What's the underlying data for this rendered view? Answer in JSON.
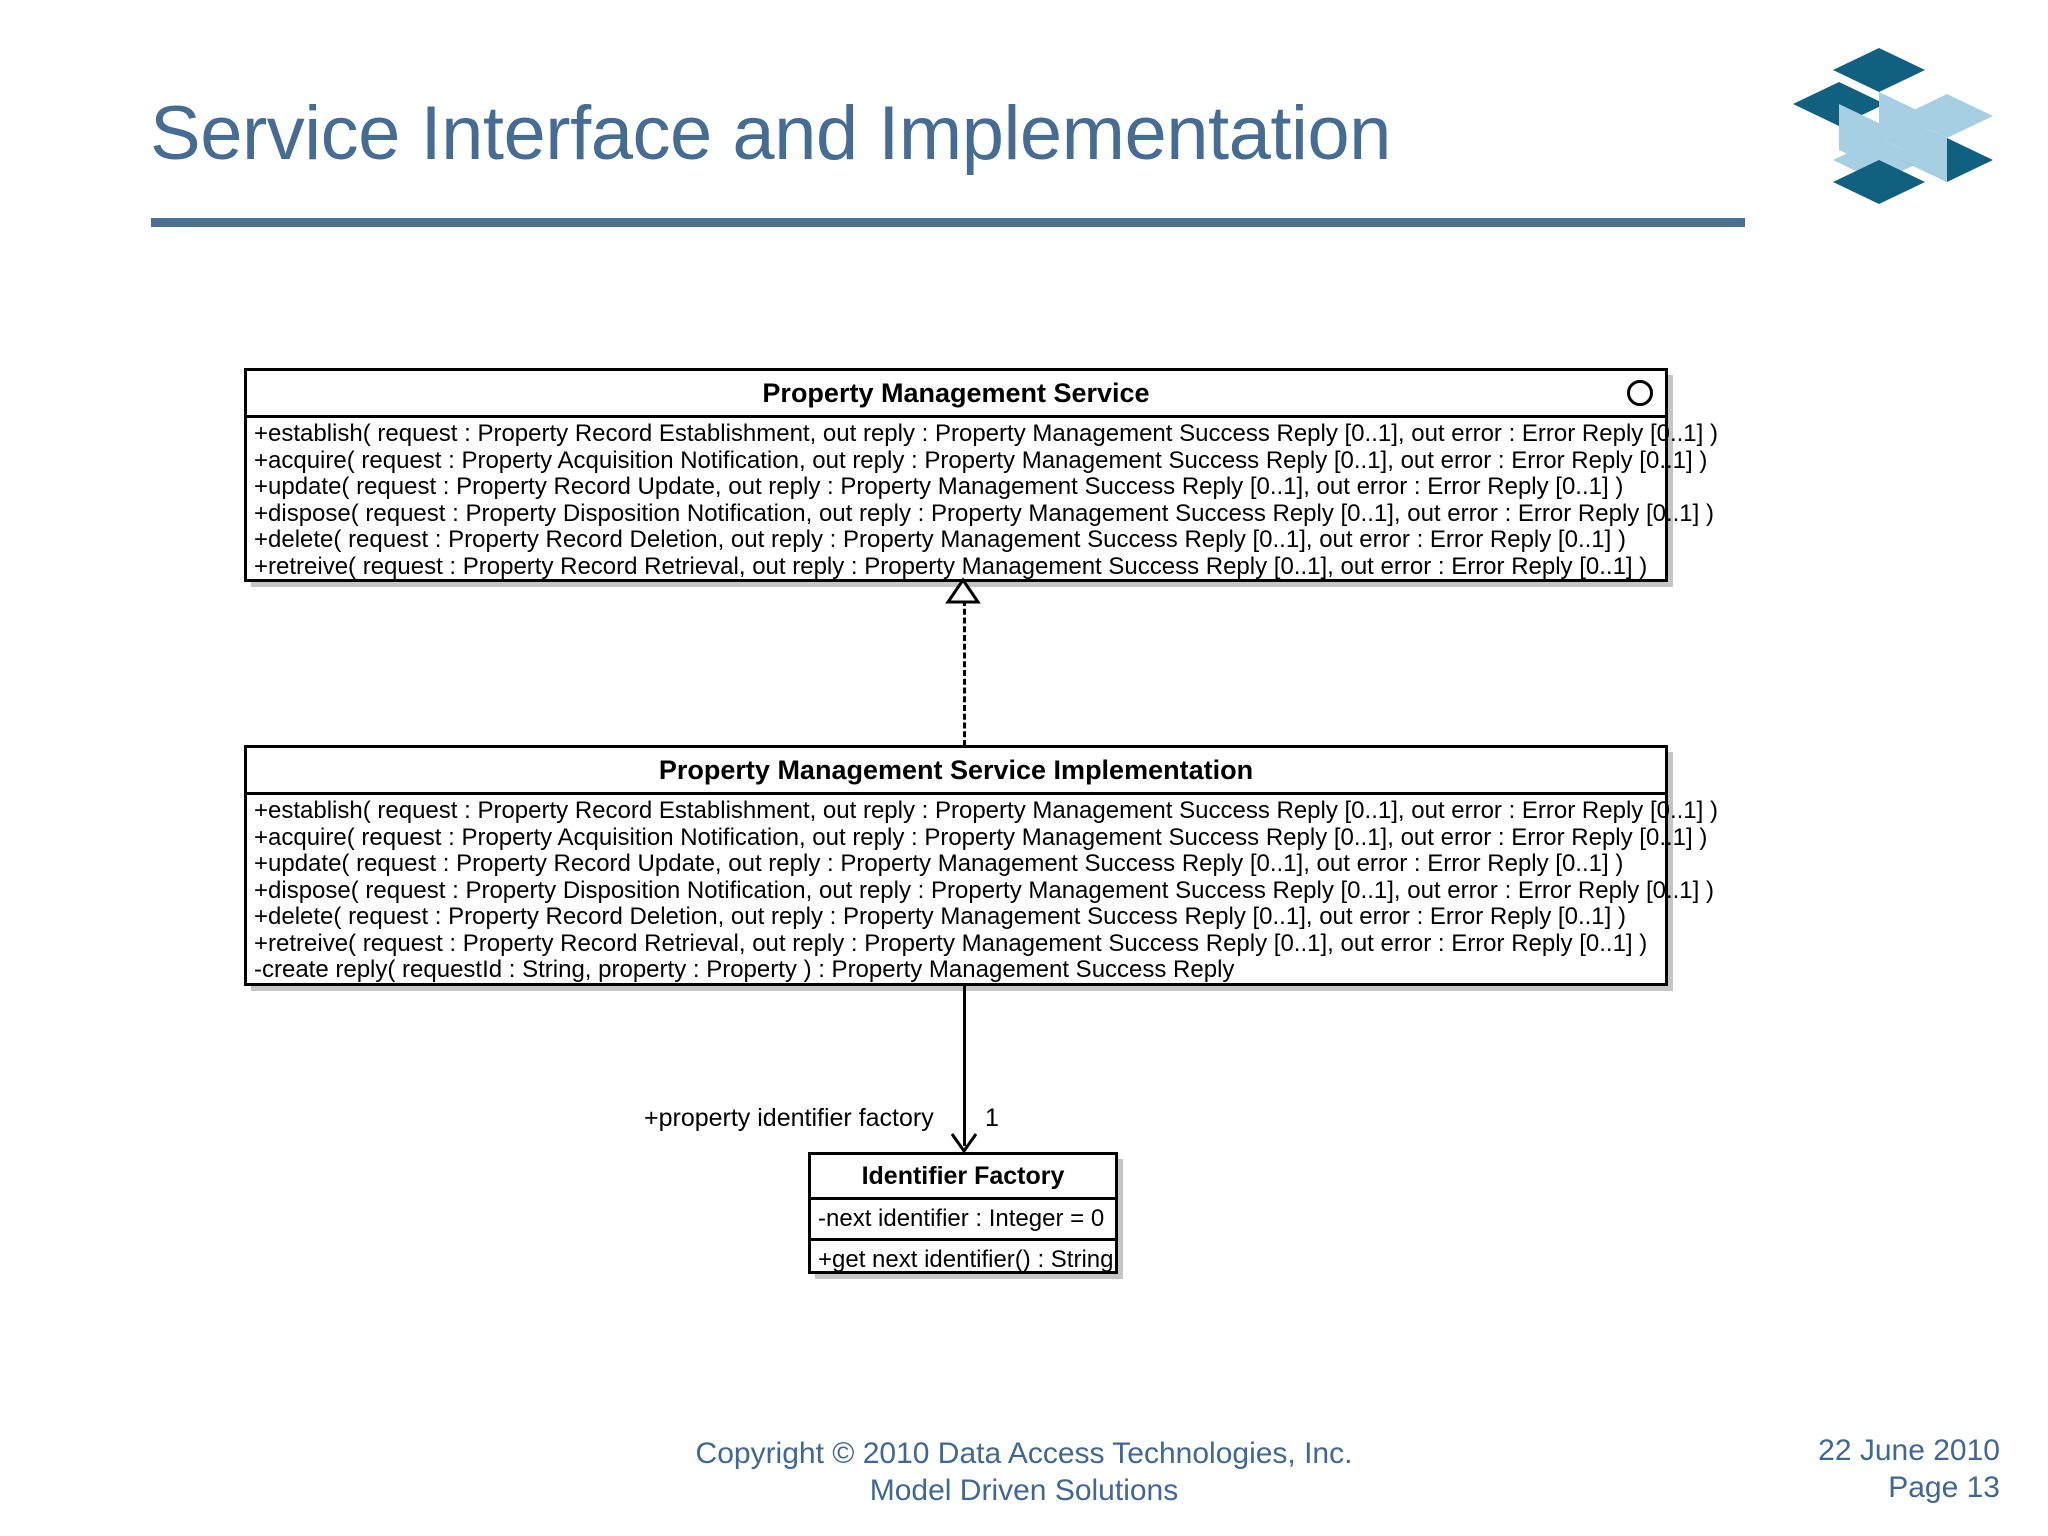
{
  "slide": {
    "title": "Service Interface and Implementation",
    "title_color": "#456c93",
    "rule_color": "#4a7096",
    "background": "#ffffff"
  },
  "logo": {
    "name": "data-access-technologies-logo",
    "dark_color": "#12607f",
    "light_color": "#a7cfe3"
  },
  "diagram": {
    "type": "uml-class-diagram",
    "classes": [
      {
        "id": "property-management-service",
        "name": "Property Management Service",
        "stereotype": "interface",
        "has_interface_ball": true,
        "operations": [
          "+establish( request : Property Record Establishment, out reply : Property Management Success Reply [0..1], out error : Error Reply [0..1] )",
          "+acquire( request : Property Acquisition Notification, out reply : Property Management Success Reply [0..1], out error : Error Reply [0..1] )",
          "+update( request : Property Record Update, out reply : Property Management Success Reply [0..1], out error : Error Reply [0..1] )",
          "+dispose( request : Property Disposition Notification, out reply : Property Management Success Reply [0..1], out error : Error Reply [0..1] )",
          "+delete( request : Property Record Deletion, out reply : Property Management Success Reply [0..1], out error : Error Reply [0..1] )",
          "+retreive( request : Property Record Retrieval, out reply : Property Management Success Reply [0..1], out error : Error Reply [0..1] )"
        ]
      },
      {
        "id": "property-management-service-implementation",
        "name": "Property Management Service Implementation",
        "stereotype": "class",
        "has_interface_ball": false,
        "operations": [
          "+establish( request : Property Record Establishment, out reply : Property Management Success Reply [0..1], out error : Error Reply [0..1] )",
          "+acquire( request : Property Acquisition Notification, out reply : Property Management Success Reply [0..1], out error : Error Reply [0..1] )",
          "+update( request : Property Record Update, out reply : Property Management Success Reply [0..1], out error : Error Reply [0..1] )",
          "+dispose( request : Property Disposition Notification, out reply : Property Management Success Reply [0..1], out error : Error Reply [0..1] )",
          "+delete( request : Property Record Deletion, out reply : Property Management Success Reply [0..1], out error : Error Reply [0..1] )",
          "+retreive( request : Property Record Retrieval, out reply : Property Management Success Reply [0..1], out error : Error Reply [0..1] )",
          "-create reply( requestId : String, property : Property ) : Property Management Success Reply"
        ]
      },
      {
        "id": "identifier-factory",
        "name": "Identifier Factory",
        "stereotype": "class",
        "has_interface_ball": false,
        "attributes": [
          "-next identifier : Integer = 0"
        ],
        "operations": [
          "+get next identifier() : String"
        ]
      }
    ],
    "relationships": [
      {
        "id": "realization",
        "kind": "realization",
        "line_style": "dashed",
        "arrow": "hollow-triangle",
        "from": "property-management-service-implementation",
        "to": "property-management-service"
      },
      {
        "id": "association",
        "kind": "directed-association",
        "line_style": "solid",
        "arrow": "open",
        "from": "property-management-service-implementation",
        "to": "identifier-factory",
        "role_label": "+property identifier factory",
        "multiplicity": "1"
      }
    ]
  },
  "footer": {
    "copyright_line1": "Copyright © 2010 Data Access Technologies, Inc.",
    "copyright_line2": "Model Driven Solutions",
    "date": "22 June 2010",
    "page": "Page 13",
    "color": "#3f6894"
  }
}
